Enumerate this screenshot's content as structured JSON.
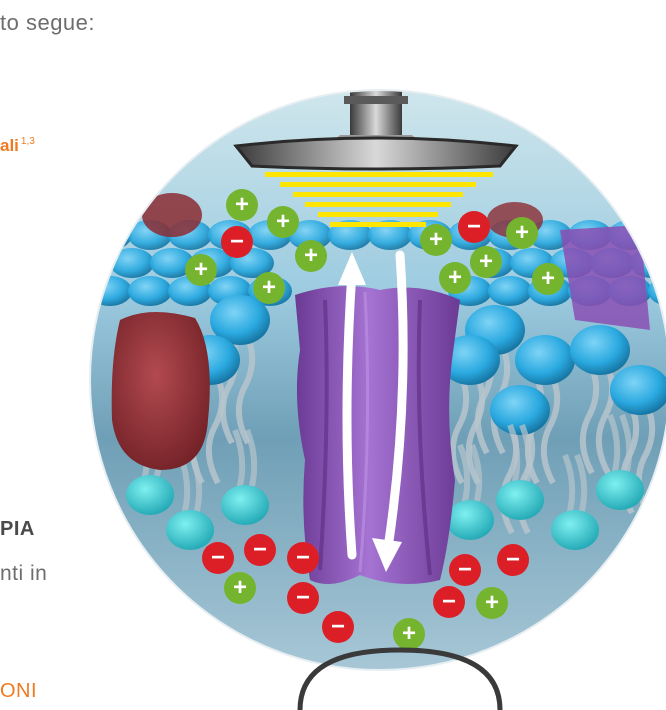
{
  "text": {
    "top_fragment": "to segue:",
    "orange_fragment": "ali",
    "orange_superscript": "1,3",
    "bold_fragment": "PIA",
    "gray_fragment": "nti in",
    "bottom_fragment": "ONI"
  },
  "diagram": {
    "plus_symbol": "+",
    "minus_symbol": "−",
    "colors": {
      "positive_ion": "#74b42e",
      "negative_ion": "#dc1f26",
      "ultrasound_waves": "#ffe600",
      "ion_channel": "#8a4fb4",
      "phospholipid_head": "#2aa9e0",
      "membrane_protein": "#8b2c32",
      "extracellular_background": "#cfe6ec",
      "intracellular_background": "#5d8fa6"
    },
    "icons": [
      "ultrasound-transducer-icon",
      "ion-channel-icon",
      "ion-flow-arrow-icon"
    ]
  }
}
